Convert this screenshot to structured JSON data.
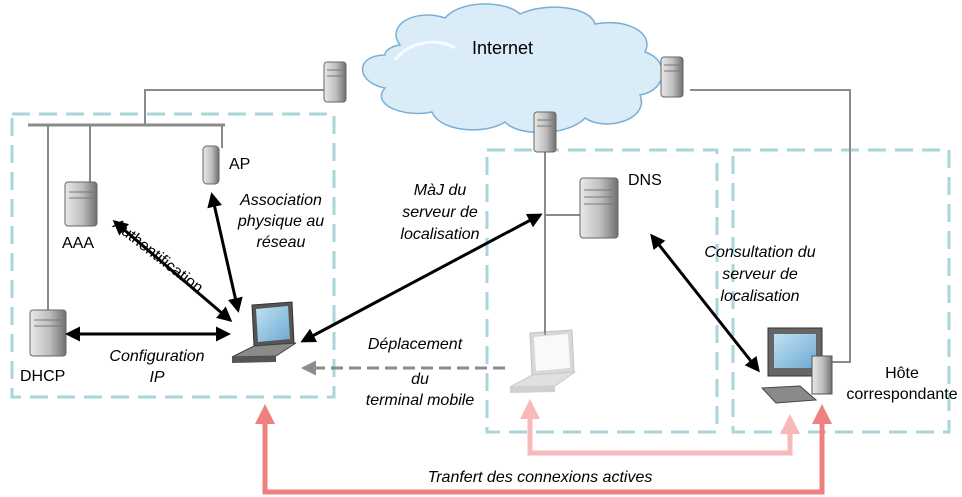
{
  "nodes": {
    "internet": "Internet",
    "ap": "AP",
    "aaa": "AAA",
    "dhcp": "DHCP",
    "dns": "DNS",
    "host_line1": "Hôte",
    "host_line2": "correspondante"
  },
  "edges": {
    "association_line1": "Association",
    "association_line2": "physique au",
    "association_line3": "réseau",
    "authentication": "Authentification",
    "configuration_line1": "Configuration",
    "configuration_line2": "IP",
    "maj_line1": "MàJ du",
    "maj_line2": "serveur de",
    "maj_line3": "localisation",
    "deplacement_line1": "Déplacement",
    "deplacement_line2": "du",
    "deplacement_line3": "terminal mobile",
    "consultation_line1": "Consultation  du",
    "consultation_line2": "serveur de",
    "consultation_line3": "localisation",
    "transfer": "Tranfert des connexions actives"
  },
  "colors": {
    "network_dashed": "#a9d6db",
    "wire": "#8a8a8a",
    "arrow": "#000000",
    "move_arrow": "#8c8c8c",
    "transfer_arrow": "#f08080",
    "transfer_arrow_faded": "#f7b9b9",
    "cloud_fill": "#d9ecf8",
    "cloud_stroke": "#7aaed6"
  }
}
